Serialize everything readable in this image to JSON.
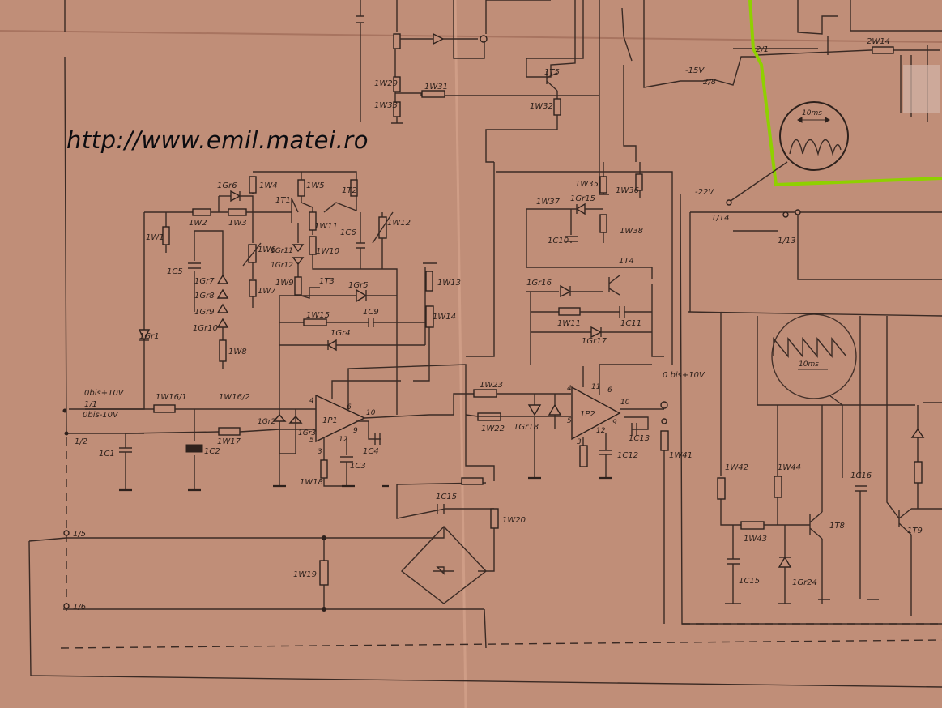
{
  "watermark": {
    "url": "http://www.emil.matei.ro"
  },
  "connectors": {
    "c_1_1": "1/1",
    "c_1_2": "1/2",
    "c_1_5": "1/5",
    "c_1_6": "1/6",
    "c_1_13": "1/13",
    "c_1_14": "1/14",
    "c_2_1": "2/1",
    "c_2_8": "2/8"
  },
  "voltages": {
    "v_in_top": "0bis+10V",
    "v_in_bot": "0bis-10V",
    "v_out": "0 bis+10V",
    "v_minus15": "-15V",
    "v_minus22": "-22V"
  },
  "waveforms": {
    "period_top": "10ms",
    "period_mid": "10ms"
  },
  "labels": {
    "1W1": "1W1",
    "1W2": "1W2",
    "1W3": "1W3",
    "1W4": "1W4",
    "1W5": "1W5",
    "1W6": "1W6",
    "1W7": "1W7",
    "1W8": "1W8",
    "1W9": "1W9",
    "1W10": "1W10",
    "1W11a": "1W11",
    "1W12": "1W12",
    "1W13": "1W13",
    "1W14": "1W14",
    "1W15": "1W15",
    "1W16_1": "1W16/1",
    "1W16_2": "1W16/2",
    "1W17": "1W17",
    "1W18": "1W18",
    "1W19": "1W19",
    "1W20": "1W20",
    "1W22": "1W22",
    "1W23": "1W23",
    "1W29": "1W29",
    "1W31": "1W31",
    "1W32": "1W32",
    "1W33": "1W33",
    "1W35": "1W35",
    "1W36": "1W36",
    "1W37": "1W37",
    "1W38": "1W38",
    "1W11b": "1W11",
    "1W41": "1W41",
    "1W42": "1W42",
    "1W43": "1W43",
    "1W44": "1W44",
    "2W14": "2W14",
    "1C1": "1C1",
    "1C2": "1C2",
    "1C3": "1C3",
    "1C4": "1C4",
    "1C5": "1C5",
    "1C6": "1C6",
    "1C9": "1C9",
    "1C10": "1C10",
    "1C11": "1C11",
    "1C12": "1C12",
    "1C13": "1C13",
    "1C15a": "1C15",
    "1C15b": "1C15",
    "1C16": "1C16",
    "1Gr1": "1Gr1",
    "1Gr2": "1Gr2",
    "1Gr3": "1Gr3",
    "1Gr4": "1Gr4",
    "1Gr5": "1Gr5",
    "1Gr6": "1Gr6",
    "1Gr7": "1Gr7",
    "1Gr8": "1Gr8",
    "1Gr9": "1Gr9",
    "1Gr10": "1Gr10",
    "1Gr11": "1Gr11",
    "1Gr12": "1Gr12",
    "1Gr15": "1Gr15",
    "1Gr16": "1Gr16",
    "1Gr17": "1Gr17",
    "1Gr18": "1Gr18",
    "1Gr24": "1Gr24",
    "1T1": "1T1",
    "1T2": "1T2",
    "1T3": "1T3",
    "1T4": "1T4",
    "1T5": "1T5",
    "1T8": "1T8",
    "1T9": "1T9",
    "1P1": "1P1",
    "1P2": "1P2"
  },
  "pins": {
    "p1_4": "4",
    "p1_5": "5",
    "p1_6": "6",
    "p1_9": "9",
    "p1_10": "10",
    "p1_12": "12",
    "p1_3": "3",
    "p2_4": "4",
    "p2_5": "5",
    "p2_6": "6",
    "p2_9": "9",
    "p2_10": "10",
    "p2_11": "11",
    "p2_12": "12",
    "p2_3": "3"
  },
  "colors": {
    "paper": "#c08e78",
    "ink": "#2e211c",
    "highlight": "#8fd000"
  }
}
